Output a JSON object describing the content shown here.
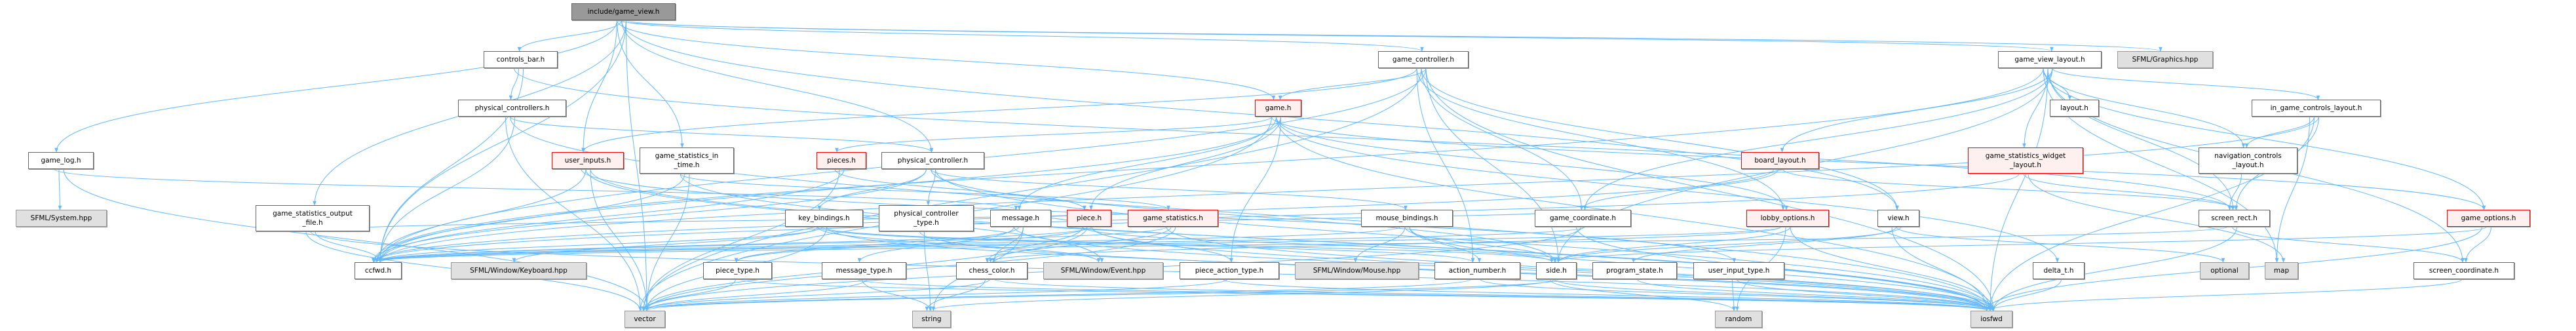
{
  "title": "include/game_view.h",
  "colors": {
    "edge": "#63b8ff",
    "root_fill": "#999999",
    "red_border": "#ff0000",
    "red_fill": "#fff0f0",
    "system_fill": "#e0e0e0"
  },
  "nodes": [
    {
      "id": "root",
      "label": "include/game_view.h",
      "kind": "root"
    },
    {
      "id": "controls_bar",
      "label": "controls_bar.h",
      "kind": "normal"
    },
    {
      "id": "game_controller",
      "label": "game_controller.h",
      "kind": "normal"
    },
    {
      "id": "game_view_layout",
      "label": "game_view_layout.h",
      "kind": "normal"
    },
    {
      "id": "sfml_graphics",
      "label": "SFML/Graphics.hpp",
      "kind": "system"
    },
    {
      "id": "physical_controllers",
      "label": "physical_controllers.h",
      "kind": "normal"
    },
    {
      "id": "game",
      "label": "game.h",
      "kind": "red"
    },
    {
      "id": "layout",
      "label": "layout.h",
      "kind": "normal"
    },
    {
      "id": "in_game_controls_layout",
      "label": "in_game_controls_layout.h",
      "kind": "normal"
    },
    {
      "id": "game_log",
      "label": "game_log.h",
      "kind": "normal"
    },
    {
      "id": "user_inputs",
      "label": "user_inputs.h",
      "kind": "red"
    },
    {
      "id": "game_statistics_in_time",
      "label": "game_statistics_in\n_time.h",
      "kind": "normal"
    },
    {
      "id": "pieces",
      "label": "pieces.h",
      "kind": "red"
    },
    {
      "id": "physical_controller",
      "label": "physical_controller.h",
      "kind": "normal"
    },
    {
      "id": "board_layout",
      "label": "board_layout.h",
      "kind": "red"
    },
    {
      "id": "game_statistics_widget_layout",
      "label": "game_statistics_widget\n_layout.h",
      "kind": "red"
    },
    {
      "id": "navigation_controls_layout",
      "label": "navigation_controls\n_layout.h",
      "kind": "normal"
    },
    {
      "id": "sfml_system",
      "label": "SFML/System.hpp",
      "kind": "system"
    },
    {
      "id": "game_statistics_output_file",
      "label": "game_statistics_output\n_file.h",
      "kind": "normal"
    },
    {
      "id": "key_bindings",
      "label": "key_bindings.h",
      "kind": "normal"
    },
    {
      "id": "physical_controller_type",
      "label": "physical_controller\n_type.h",
      "kind": "normal"
    },
    {
      "id": "message",
      "label": "message.h",
      "kind": "normal"
    },
    {
      "id": "piece",
      "label": "piece.h",
      "kind": "red"
    },
    {
      "id": "game_statistics",
      "label": "game_statistics.h",
      "kind": "red"
    },
    {
      "id": "mouse_bindings",
      "label": "mouse_bindings.h",
      "kind": "normal"
    },
    {
      "id": "game_coordinate",
      "label": "game_coordinate.h",
      "kind": "normal"
    },
    {
      "id": "lobby_options",
      "label": "lobby_options.h",
      "kind": "red"
    },
    {
      "id": "view",
      "label": "view.h",
      "kind": "normal"
    },
    {
      "id": "screen_rect",
      "label": "screen_rect.h",
      "kind": "normal"
    },
    {
      "id": "game_options",
      "label": "game_options.h",
      "kind": "red"
    },
    {
      "id": "ccfwd",
      "label": "ccfwd.h",
      "kind": "normal"
    },
    {
      "id": "sfml_keyboard",
      "label": "SFML/Window/Keyboard.hpp",
      "kind": "system"
    },
    {
      "id": "piece_type",
      "label": "piece_type.h",
      "kind": "normal"
    },
    {
      "id": "message_type",
      "label": "message_type.h",
      "kind": "normal"
    },
    {
      "id": "chess_color",
      "label": "chess_color.h",
      "kind": "normal"
    },
    {
      "id": "sfml_event",
      "label": "SFML/Window/Event.hpp",
      "kind": "system"
    },
    {
      "id": "piece_action_type",
      "label": "piece_action_type.h",
      "kind": "normal"
    },
    {
      "id": "sfml_mouse",
      "label": "SFML/Window/Mouse.hpp",
      "kind": "system"
    },
    {
      "id": "action_number",
      "label": "action_number.h",
      "kind": "normal"
    },
    {
      "id": "side",
      "label": "side.h",
      "kind": "normal"
    },
    {
      "id": "program_state",
      "label": "program_state.h",
      "kind": "normal"
    },
    {
      "id": "user_input_type",
      "label": "user_input_type.h",
      "kind": "normal"
    },
    {
      "id": "delta_t",
      "label": "delta_t.h",
      "kind": "normal"
    },
    {
      "id": "optional",
      "label": "optional",
      "kind": "system"
    },
    {
      "id": "map",
      "label": "map",
      "kind": "system"
    },
    {
      "id": "screen_coordinate",
      "label": "screen_coordinate.h",
      "kind": "normal"
    },
    {
      "id": "vector",
      "label": "vector",
      "kind": "system"
    },
    {
      "id": "string",
      "label": "string",
      "kind": "system"
    },
    {
      "id": "random",
      "label": "random",
      "kind": "system"
    },
    {
      "id": "iosfwd",
      "label": "iosfwd",
      "kind": "system"
    }
  ],
  "edges": [
    [
      "root",
      "game_log"
    ],
    [
      "root",
      "controls_bar"
    ],
    [
      "root",
      "game_statistics_output_file"
    ],
    [
      "root",
      "game_statistics_in_time"
    ],
    [
      "root",
      "physical_controller"
    ],
    [
      "root",
      "ccfwd"
    ],
    [
      "root",
      "user_inputs"
    ],
    [
      "root",
      "game_controller"
    ],
    [
      "root",
      "game_view_layout"
    ],
    [
      "root",
      "sfml_graphics"
    ],
    [
      "root",
      "view"
    ],
    [
      "root",
      "vector"
    ],
    [
      "root",
      "game"
    ],
    [
      "game_log",
      "sfml_system"
    ],
    [
      "game_log",
      "vector"
    ],
    [
      "game_log",
      "message"
    ],
    [
      "controls_bar",
      "physical_controllers"
    ],
    [
      "controls_bar",
      "ccfwd"
    ],
    [
      "controls_bar",
      "screen_rect"
    ],
    [
      "physical_controllers",
      "physical_controller"
    ],
    [
      "physical_controllers",
      "ccfwd"
    ],
    [
      "physical_controllers",
      "vector"
    ],
    [
      "physical_controllers",
      "iosfwd"
    ],
    [
      "game_statistics_output_file",
      "ccfwd"
    ],
    [
      "game_statistics_output_file",
      "vector"
    ],
    [
      "game_statistics_output_file",
      "iosfwd"
    ],
    [
      "game_statistics_output_file",
      "game_statistics"
    ],
    [
      "game_statistics_in_time",
      "game_statistics"
    ],
    [
      "game_statistics_in_time",
      "ccfwd"
    ],
    [
      "game_statistics_in_time",
      "vector"
    ],
    [
      "game_statistics_in_time",
      "iosfwd"
    ],
    [
      "user_inputs",
      "ccfwd"
    ],
    [
      "user_inputs",
      "vector"
    ],
    [
      "user_inputs",
      "user_input_type"
    ],
    [
      "user_inputs",
      "sfml_event"
    ],
    [
      "user_inputs",
      "iosfwd"
    ],
    [
      "physical_controller",
      "key_bindings"
    ],
    [
      "physical_controller",
      "mouse_bindings"
    ],
    [
      "physical_controller",
      "physical_controller_type"
    ],
    [
      "physical_controller",
      "ccfwd"
    ],
    [
      "physical_controller",
      "side"
    ],
    [
      "physical_controller",
      "iosfwd"
    ],
    [
      "key_bindings",
      "sfml_keyboard"
    ],
    [
      "key_bindings",
      "ccfwd"
    ],
    [
      "key_bindings",
      "vector"
    ],
    [
      "key_bindings",
      "action_number"
    ],
    [
      "key_bindings",
      "side"
    ],
    [
      "key_bindings",
      "iosfwd"
    ],
    [
      "key_bindings",
      "sfml_event"
    ],
    [
      "mouse_bindings",
      "sfml_mouse"
    ],
    [
      "mouse_bindings",
      "action_number"
    ],
    [
      "mouse_bindings",
      "ccfwd"
    ],
    [
      "mouse_bindings",
      "side"
    ],
    [
      "mouse_bindings",
      "iosfwd"
    ],
    [
      "physical_controller_type",
      "iosfwd"
    ],
    [
      "physical_controller_type",
      "string"
    ],
    [
      "message",
      "chess_color"
    ],
    [
      "message",
      "message_type"
    ],
    [
      "message",
      "piece_type"
    ],
    [
      "message",
      "string"
    ],
    [
      "message",
      "iosfwd"
    ],
    [
      "message_type",
      "string"
    ],
    [
      "message_type",
      "vector"
    ],
    [
      "message_type",
      "iosfwd"
    ],
    [
      "piece_type",
      "vector"
    ],
    [
      "piece_type",
      "iosfwd"
    ],
    [
      "chess_color",
      "string"
    ],
    [
      "chess_color",
      "vector"
    ],
    [
      "chess_color",
      "iosfwd"
    ],
    [
      "piece",
      "chess_color"
    ],
    [
      "piece",
      "piece_type"
    ],
    [
      "piece",
      "piece_action_type"
    ],
    [
      "piece",
      "game_coordinate"
    ],
    [
      "piece",
      "message"
    ],
    [
      "piece",
      "ccfwd"
    ],
    [
      "piece",
      "side"
    ],
    [
      "piece",
      "vector"
    ],
    [
      "piece",
      "iosfwd"
    ],
    [
      "pieces",
      "piece"
    ],
    [
      "pieces",
      "vector"
    ],
    [
      "pieces",
      "ccfwd"
    ],
    [
      "game_statistics",
      "ccfwd"
    ],
    [
      "game_statistics",
      "chess_color"
    ],
    [
      "game_statistics",
      "vector"
    ],
    [
      "game_statistics",
      "iosfwd"
    ],
    [
      "game",
      "message"
    ],
    [
      "game",
      "piece"
    ],
    [
      "game",
      "pieces"
    ],
    [
      "game",
      "lobby_options"
    ],
    [
      "game",
      "piece_action_type"
    ],
    [
      "game",
      "game_options"
    ],
    [
      "game",
      "delta_t"
    ],
    [
      "game",
      "ccfwd"
    ],
    [
      "game",
      "vector"
    ],
    [
      "game",
      "iosfwd"
    ],
    [
      "game_controller",
      "game"
    ],
    [
      "game_controller",
      "user_inputs"
    ],
    [
      "game_controller",
      "game_coordinate"
    ],
    [
      "game_controller",
      "side"
    ],
    [
      "game_controller",
      "lobby_options"
    ],
    [
      "game_controller",
      "view"
    ],
    [
      "game_controller",
      "ccfwd"
    ],
    [
      "game_controller",
      "action_number"
    ],
    [
      "game_controller",
      "vector"
    ],
    [
      "game_controller",
      "iosfwd"
    ],
    [
      "game_view_layout",
      "layout"
    ],
    [
      "game_view_layout",
      "game_statistics_widget_layout"
    ],
    [
      "game_view_layout",
      "in_game_controls_layout"
    ],
    [
      "game_view_layout",
      "navigation_controls_layout"
    ],
    [
      "game_view_layout",
      "screen_rect"
    ],
    [
      "game_view_layout",
      "board_layout"
    ],
    [
      "game_view_layout",
      "game_options"
    ],
    [
      "game_view_layout",
      "screen_coordinate"
    ],
    [
      "game_view_layout",
      "game_coordinate"
    ],
    [
      "game_view_layout",
      "map"
    ],
    [
      "game_view_layout",
      "iosfwd"
    ],
    [
      "game_view_layout",
      "side"
    ],
    [
      "game_view_layout",
      "ccfwd"
    ],
    [
      "in_game_controls_layout",
      "navigation_controls_layout"
    ],
    [
      "in_game_controls_layout",
      "screen_rect"
    ],
    [
      "in_game_controls_layout",
      "map"
    ],
    [
      "in_game_controls_layout",
      "iosfwd"
    ],
    [
      "in_game_controls_layout",
      "ccfwd"
    ],
    [
      "navigation_controls_layout",
      "screen_rect"
    ],
    [
      "game_statistics_widget_layout",
      "screen_rect"
    ],
    [
      "game_statistics_widget_layout",
      "map"
    ],
    [
      "game_statistics_widget_layout",
      "ccfwd"
    ],
    [
      "screen_rect",
      "screen_coordinate"
    ],
    [
      "screen_rect",
      "iosfwd"
    ],
    [
      "screen_rect",
      "ccfwd"
    ],
    [
      "screen_coordinate",
      "iosfwd"
    ],
    [
      "game_options",
      "screen_coordinate"
    ],
    [
      "game_options",
      "iosfwd"
    ],
    [
      "game_options",
      "side"
    ],
    [
      "board_layout",
      "screen_rect"
    ],
    [
      "board_layout",
      "ccfwd"
    ],
    [
      "board_layout",
      "game_coordinate"
    ],
    [
      "lobby_options",
      "side"
    ],
    [
      "lobby_options",
      "chess_color"
    ],
    [
      "lobby_options",
      "random"
    ],
    [
      "lobby_options",
      "iosfwd"
    ],
    [
      "lobby_options",
      "ccfwd"
    ],
    [
      "view",
      "program_state"
    ],
    [
      "view",
      "side"
    ],
    [
      "view",
      "iosfwd"
    ],
    [
      "view",
      "optional"
    ],
    [
      "game_coordinate",
      "ccfwd"
    ],
    [
      "game_coordinate",
      "iosfwd"
    ],
    [
      "game_coordinate",
      "vector"
    ],
    [
      "delta_t",
      "iosfwd"
    ],
    [
      "user_input_type",
      "random"
    ],
    [
      "user_input_type",
      "iosfwd"
    ],
    [
      "action_number",
      "iosfwd"
    ],
    [
      "action_number",
      "vector"
    ],
    [
      "side",
      "iosfwd"
    ],
    [
      "side",
      "vector"
    ],
    [
      "side",
      "random"
    ],
    [
      "side",
      "string"
    ],
    [
      "program_state",
      "iosfwd"
    ],
    [
      "piece_action_type",
      "iosfwd"
    ],
    [
      "piece_action_type",
      "vector"
    ]
  ]
}
